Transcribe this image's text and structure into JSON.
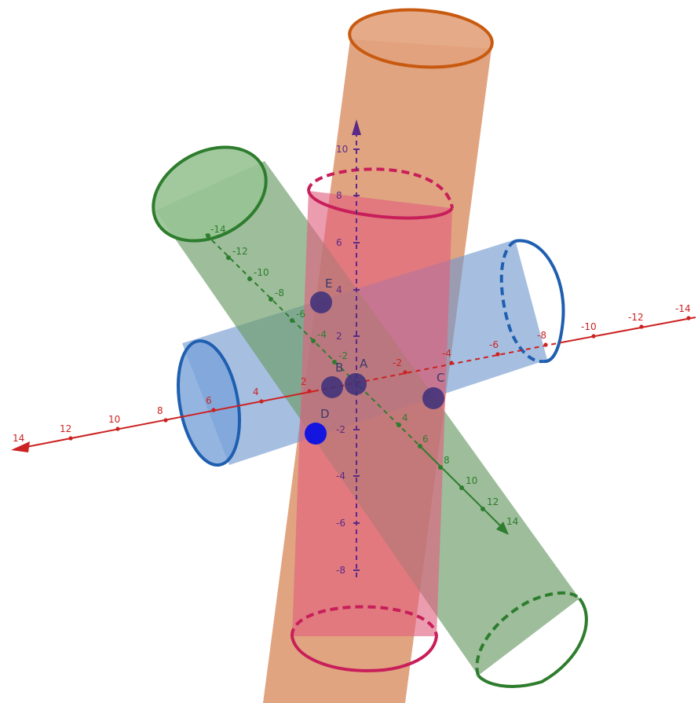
{
  "scene": {
    "colors": {
      "x_axis": "#cc2222",
      "y_axis": "#2e7d2e",
      "z_axis": "#5a2a86",
      "cyl_orange": "#d88a5e",
      "cyl_orange_rim": "#c85a10",
      "cyl_pink": "#e0607e",
      "cyl_pink_rim": "#c81e5a",
      "cyl_green": "#6e9e6c",
      "cyl_green_rim": "#2e7d2e",
      "cyl_blue": "#6f97cf",
      "cyl_blue_rim": "#1f5fb0",
      "point_dark": "#3b2f7a",
      "point_blue": "#1515e0"
    },
    "x_axis_ticks": [
      "14",
      "12",
      "10",
      "8",
      "6",
      "4",
      "2",
      "-2",
      "-4",
      "-6",
      "-8",
      "-10",
      "-12",
      "-14"
    ],
    "y_axis_ticks": [
      "-14",
      "-12",
      "-10",
      "-8",
      "-6",
      "-4",
      "-2",
      "4",
      "6",
      "8",
      "10",
      "12",
      "14"
    ],
    "z_axis_ticks": [
      "10",
      "8",
      "6",
      "4",
      "2",
      "-2",
      "-4",
      "-6",
      "-8"
    ],
    "points": [
      {
        "label": "A",
        "icon": "point-dark"
      },
      {
        "label": "B",
        "icon": "point-dark"
      },
      {
        "label": "C",
        "icon": "point-dark"
      },
      {
        "label": "D",
        "icon": "point-blue"
      },
      {
        "label": "E",
        "icon": "point-dark"
      }
    ]
  }
}
